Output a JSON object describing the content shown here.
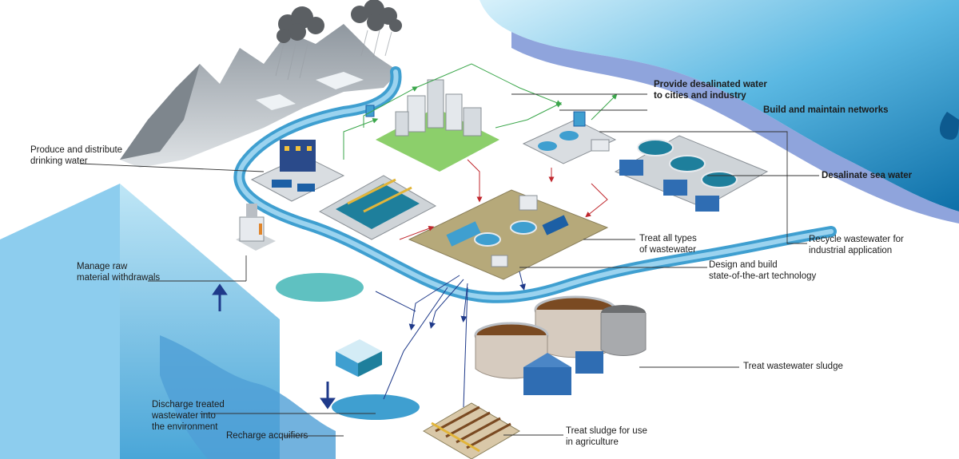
{
  "labels": {
    "produce_drinking_water": [
      "Produce and distribute",
      "drinking water"
    ],
    "manage_raw_material": [
      "Manage raw",
      "material withdrawals"
    ],
    "discharge_treated": [
      "Discharge treated",
      "wastewater into",
      "the environment"
    ],
    "recharge_acquifiers": [
      "Recharge acquifiers"
    ],
    "provide_desalinated": [
      "Provide desalinated water",
      "to cities and industry"
    ],
    "build_networks": [
      "Build and maintain networks"
    ],
    "desalinate_sea": [
      "Desalinate sea water"
    ],
    "recycle_wastewater": [
      "Recycle wastewater for",
      "industrial application"
    ],
    "treat_all_types": [
      "Treat all types",
      "of wastewater"
    ],
    "design_build": [
      "Design and build",
      "state-of-the-art technology"
    ],
    "treat_sludge": [
      "Treat wastewater sludge"
    ],
    "treat_sludge_agri": [
      "Treat sludge for use",
      "in agriculture"
    ]
  },
  "colors": {
    "river": "#3f9fd0",
    "river_light": "#9bd3ef",
    "sea": "#1c8fc6",
    "mountain": "#b9bec4",
    "ground": "#ffffff",
    "flow_green": "#3aa64a",
    "flow_red": "#c0272d",
    "flow_blue": "#1f3a8a",
    "building_blue": "#2f6db3",
    "sludge_brown": "#7a4a22"
  }
}
